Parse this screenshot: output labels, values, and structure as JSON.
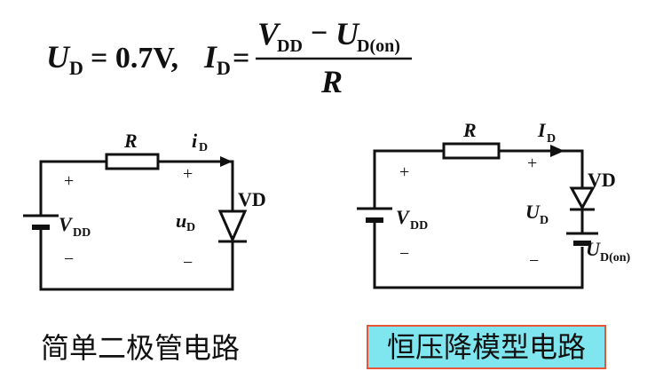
{
  "formula": {
    "ud_sym": "U",
    "ud_sub": "D",
    "eq1": "= 0.7V,",
    "id_sym": "I",
    "id_sub": "D",
    "eq2": "=",
    "num_v": "V",
    "num_v_sub": "DD",
    "num_minus": "−",
    "num_u": "U",
    "num_u_sub": "D(on)",
    "den": "R"
  },
  "left_circuit": {
    "resistor": "R",
    "current_sym": "i",
    "current_sub": "D",
    "plus_source": "+",
    "minus_source": "−",
    "source_sym": "V",
    "source_sub": "DD",
    "plus_diode": "+",
    "minus_diode": "−",
    "voltage_sym": "u",
    "voltage_sub": "D",
    "diode": "VD"
  },
  "right_circuit": {
    "resistor": "R",
    "current_sym": "I",
    "current_sub": "D",
    "plus_source": "+",
    "minus_source": "−",
    "source_sym": "V",
    "source_sub": "DD",
    "plus_diode": "+",
    "minus_diode": "−",
    "voltage_sym": "U",
    "voltage_sub": "D",
    "diode": "VD",
    "battery_sym": "U",
    "battery_sub": "D(on)"
  },
  "captions": {
    "left": "简单二极管电路",
    "right": "恒压降模型电路"
  },
  "colors": {
    "highlight_fill": "#7fe6f0",
    "highlight_border": "#e8553a"
  }
}
